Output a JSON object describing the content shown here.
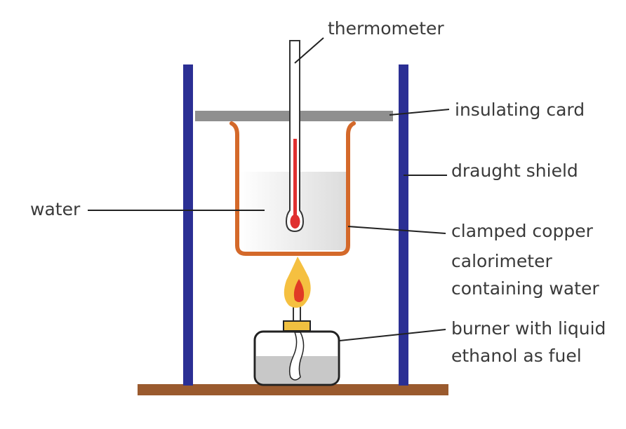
{
  "diagram": {
    "title": "Calorimetry apparatus for measuring enthalpy of combustion",
    "labels": {
      "thermometer": "thermometer",
      "insulating_card": "insulating card",
      "draught_shield": "draught shield",
      "water": "water",
      "calorimeter": [
        "clamped copper",
        "calorimeter",
        "containing water"
      ],
      "burner": [
        "burner with liquid",
        "ethanol as fuel"
      ]
    },
    "colors": {
      "draught_shield": "#2b2f94",
      "card": "#8f8f8f",
      "copper": "#d4692a",
      "water": "#e6e6e6",
      "mercury": "#e03030",
      "flame_outer": "#f5c040",
      "flame_inner": "#e03a25",
      "bench": "#9a5a2e",
      "burner_cap": "#f0c040",
      "fuel": "#c8c8c8"
    }
  }
}
